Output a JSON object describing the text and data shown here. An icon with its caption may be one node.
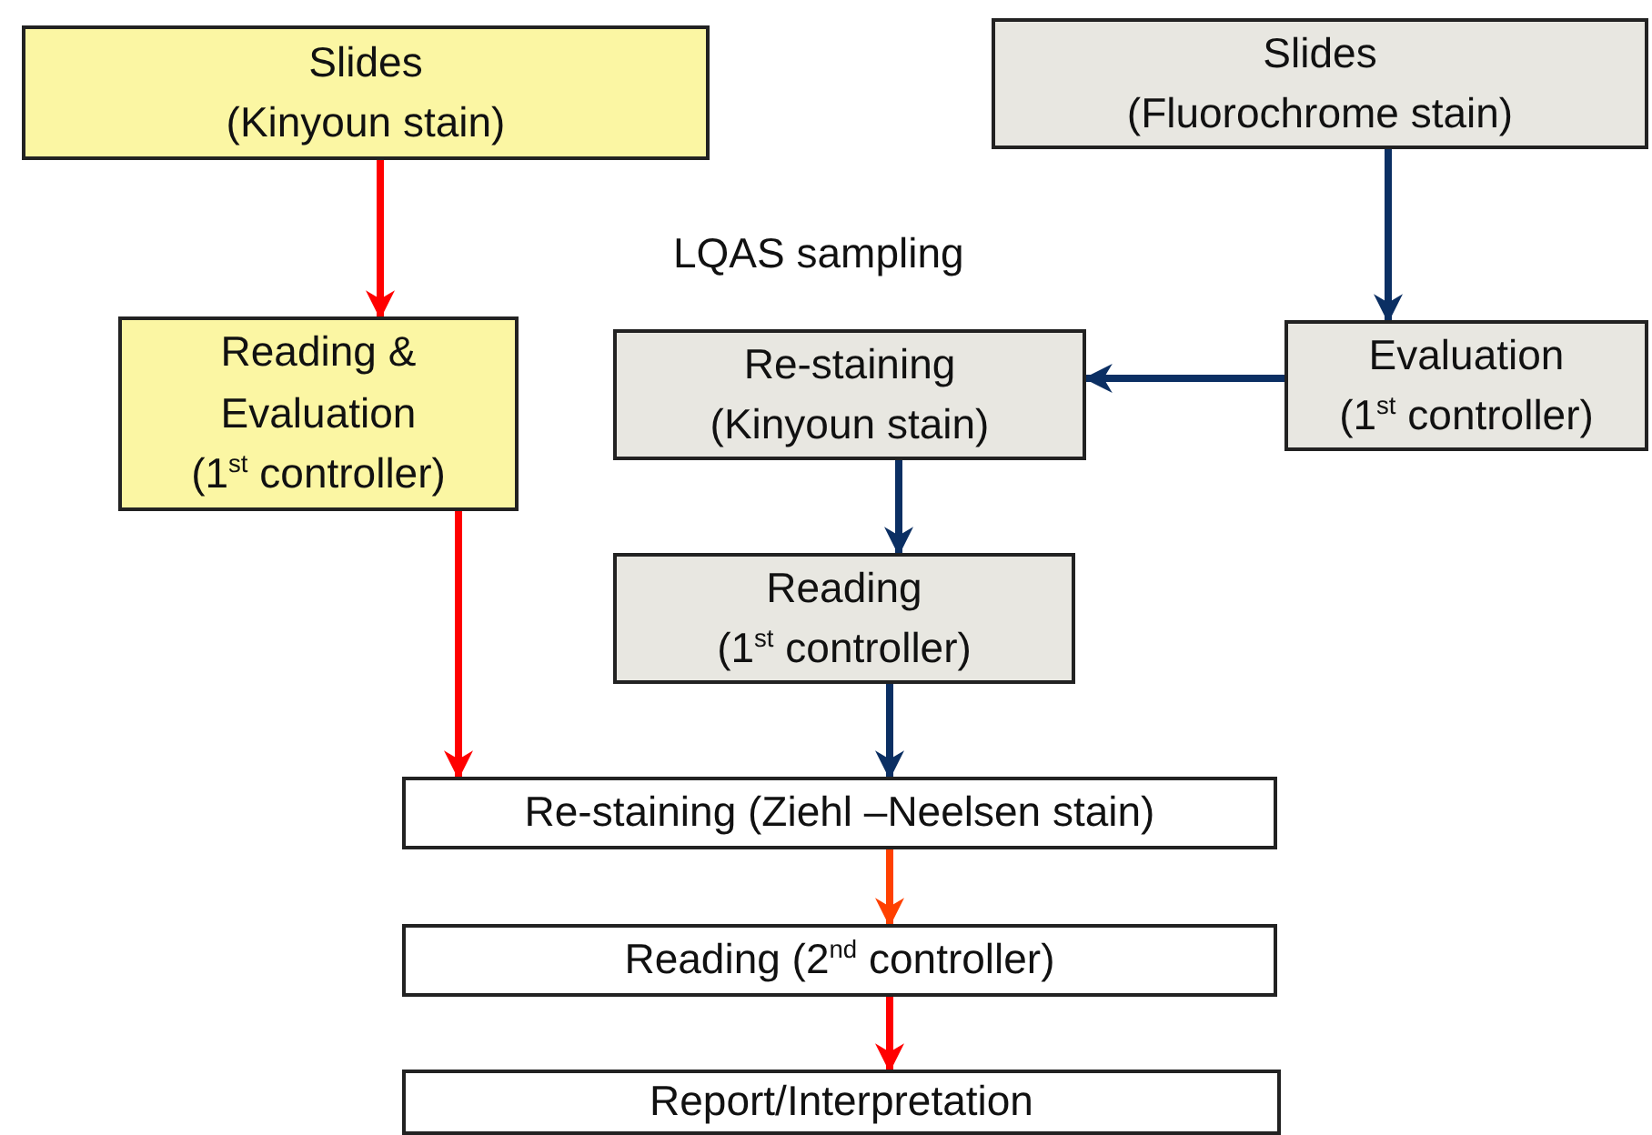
{
  "diagram": {
    "nodes": [
      {
        "text": [
          "Slides",
          "(Kinyoun stain)"
        ]
      },
      {
        "text": [
          "Slides",
          "(Fluorochrome stain)"
        ]
      },
      {
        "text": [
          "Reading & Evaluation",
          "(1$^{st}$ controller)"
        ]
      },
      {
        "text": [
          "Re-staining",
          "(Kinyoun stain)"
        ]
      },
      {
        "text": [
          "Evaluation",
          "(1$^{st}$ controller)"
        ]
      },
      {
        "text": [
          "Reading",
          "(1$^{st}$ controller)"
        ]
      },
      {
        "text": [
          "Re-staining (Ziehl –Neelsen stain)"
        ]
      },
      {
        "text": [
          "Reading (2$^{nd}$ controller)"
        ]
      },
      {
        "text": [
          "Report/Interpretation"
        ]
      }
    ],
    "edges": [
      {
        "from": 0,
        "to": 2,
        "arrow": "to",
        "color": "#ff0000"
      },
      {
        "from": 1,
        "to": 4,
        "arrow": "to"
      },
      {
        "from": 4,
        "to": 3,
        "arrow": "to"
      },
      {
        "from": 3,
        "to": 5,
        "arrow": "to"
      },
      {
        "from": 2,
        "to": 6,
        "arrow": "to",
        "color": "#ff0000"
      },
      {
        "from": 5,
        "to": 6,
        "arrow": "to"
      },
      {
        "from": 6,
        "to": 7,
        "arrow": "to",
        "color": "#ff4000"
      },
      {
        "from": 7,
        "to": 8,
        "arrow": "to",
        "color": "#ff0000"
      }
    ],
    "labels": [
      "LQAS sampling"
    ]
  }
}
